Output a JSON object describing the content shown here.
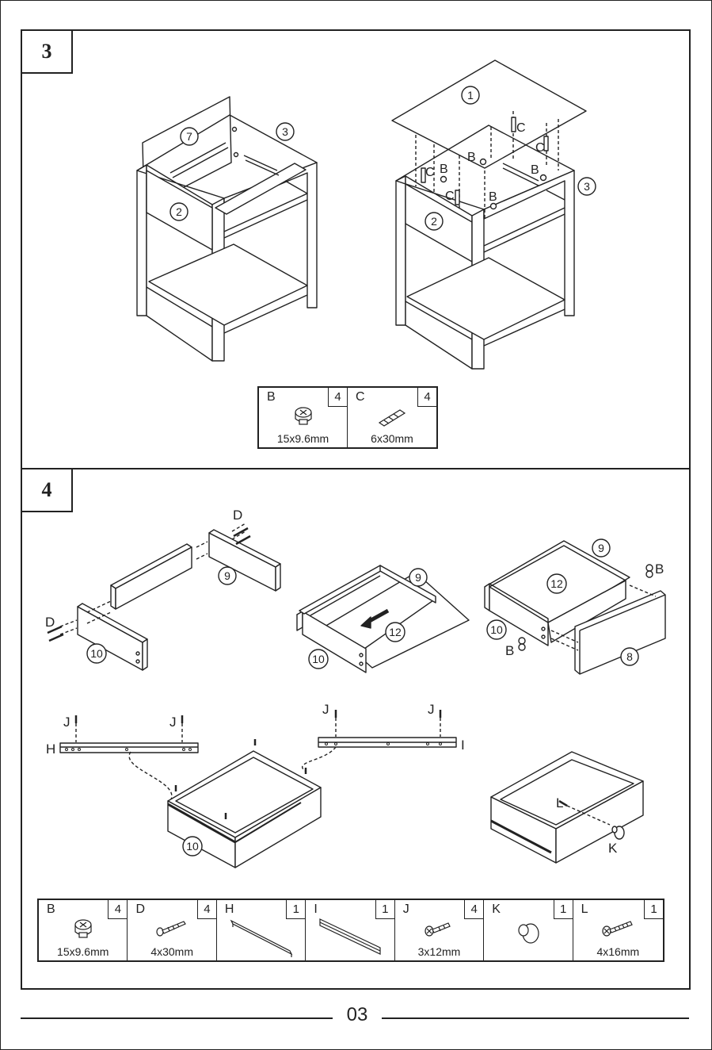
{
  "steps": [
    {
      "number": "3",
      "labels": {
        "p7": "7",
        "p3a": "3",
        "p2a": "2",
        "p1": "1",
        "p3b": "3",
        "p2b": "2",
        "c1": "C",
        "c2": "C",
        "c3": "C",
        "c4": "C",
        "b1": "B",
        "b2": "B",
        "b3": "B",
        "b4": "B"
      },
      "hardware": [
        {
          "letter": "B",
          "qty": "4",
          "size": "15x9.6mm",
          "icon": "cam-lock-icon"
        },
        {
          "letter": "C",
          "qty": "4",
          "size": "6x30mm",
          "icon": "wood-dowel-icon"
        }
      ]
    },
    {
      "number": "4",
      "labels": {
        "d1": "D",
        "d2": "D",
        "p9a": "9",
        "p10a": "10",
        "p9b": "9",
        "p12a": "12",
        "p10b": "10",
        "p9c": "9",
        "p12b": "12",
        "p10c": "10",
        "p8": "8",
        "b1": "B",
        "b2": "B",
        "j1": "J",
        "j2": "J",
        "j3": "J",
        "j4": "J",
        "h": "H",
        "i": "I",
        "p10d": "10",
        "l": "L",
        "k": "K"
      },
      "hardware": [
        {
          "letter": "B",
          "qty": "4",
          "size": "15x9.6mm",
          "icon": "cam-lock-icon"
        },
        {
          "letter": "D",
          "qty": "4",
          "size": "4x30mm",
          "icon": "wood-screw-icon"
        },
        {
          "letter": "H",
          "qty": "1",
          "size": "",
          "icon": "left-drawer-slide-icon"
        },
        {
          "letter": "I",
          "qty": "1",
          "size": "",
          "icon": "right-drawer-slide-icon"
        },
        {
          "letter": "J",
          "qty": "4",
          "size": "3x12mm",
          "icon": "short-screw-icon"
        },
        {
          "letter": "K",
          "qty": "1",
          "size": "",
          "icon": "knob-icon"
        },
        {
          "letter": "L",
          "qty": "1",
          "size": "4x16mm",
          "icon": "machine-screw-icon"
        }
      ]
    }
  ],
  "page_number": "03"
}
